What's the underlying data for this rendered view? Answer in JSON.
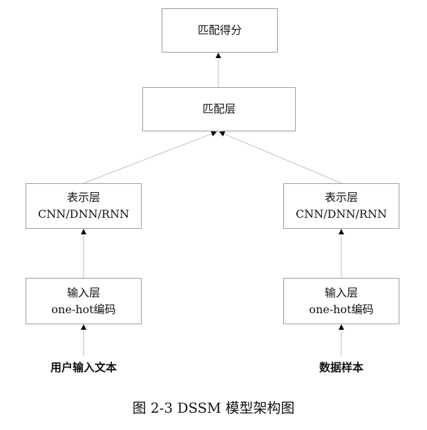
{
  "diagram": {
    "top": {
      "label": "匹配得分"
    },
    "match": {
      "label": "匹配层"
    },
    "left": {
      "repr": {
        "line1": "表示层",
        "line2": "CNN/DNN/RNN"
      },
      "input": {
        "line1": "输入层",
        "line2": "one-hot编码"
      },
      "source": "用户输入文本"
    },
    "right": {
      "repr": {
        "line1": "表示层",
        "line2": "CNN/DNN/RNN"
      },
      "input": {
        "line1": "输入层",
        "line2": "one-hot编码"
      },
      "source": "数据样本"
    }
  },
  "caption": "图 2-3 DSSM 模型架构图",
  "colors": {
    "border": "#9a9a9a",
    "connector": "#c8c8c8",
    "arrowhead": "#000000"
  }
}
